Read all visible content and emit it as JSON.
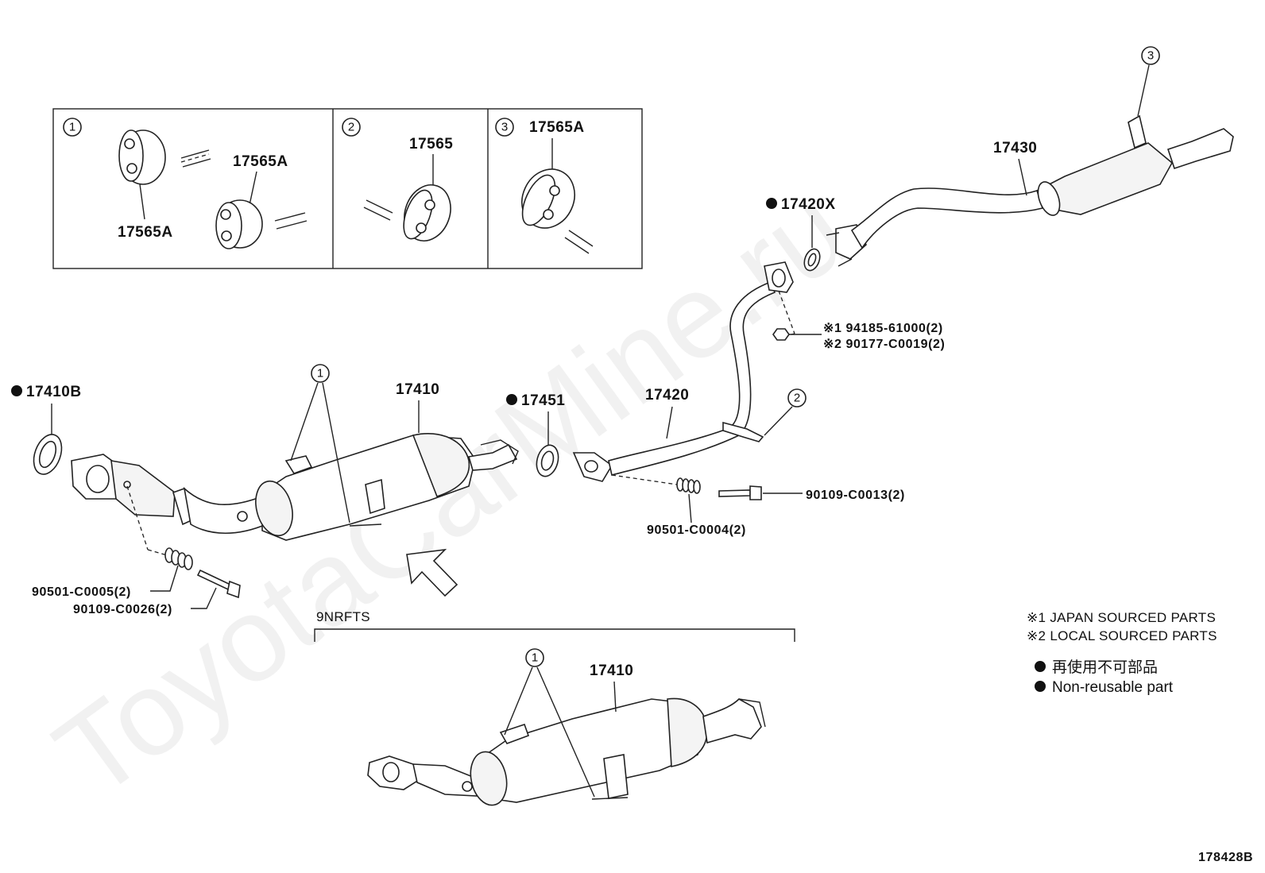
{
  "watermark": "ToyotaCarMine.ru",
  "diagram_id": "178428B",
  "variant_label": "9NRFTS",
  "inset_boxes": [
    {
      "ref": "1",
      "parts": [
        "17565A",
        "17565A"
      ]
    },
    {
      "ref": "2",
      "parts": [
        "17565"
      ]
    },
    {
      "ref": "3",
      "parts": [
        "17565A"
      ]
    }
  ],
  "labels": {
    "p17410B": "17410B",
    "p17410": "17410",
    "p17451": "17451",
    "p17420": "17420",
    "p17420X": "17420X",
    "p17430": "17430",
    "p17410_lower": "17410",
    "b90501_c0005": "90501-C0005(2)",
    "b90109_c0026": "90109-C0026(2)",
    "b90501_c0004": "90501-C0004(2)",
    "b90109_c0013": "90109-C0013(2)",
    "n94185": "※1 94185-61000(2)",
    "n90177": "※2 90177-C0019(2)"
  },
  "callouts": {
    "c1": "1",
    "c2": "2",
    "c3": "3"
  },
  "legend": {
    "japan": "※1  JAPAN SOURCED PARTS",
    "local": "※2  LOCAL SOURCED PARTS",
    "nonreuse_jp": "再使用不可部品",
    "nonreuse_en": "Non-reusable part"
  }
}
